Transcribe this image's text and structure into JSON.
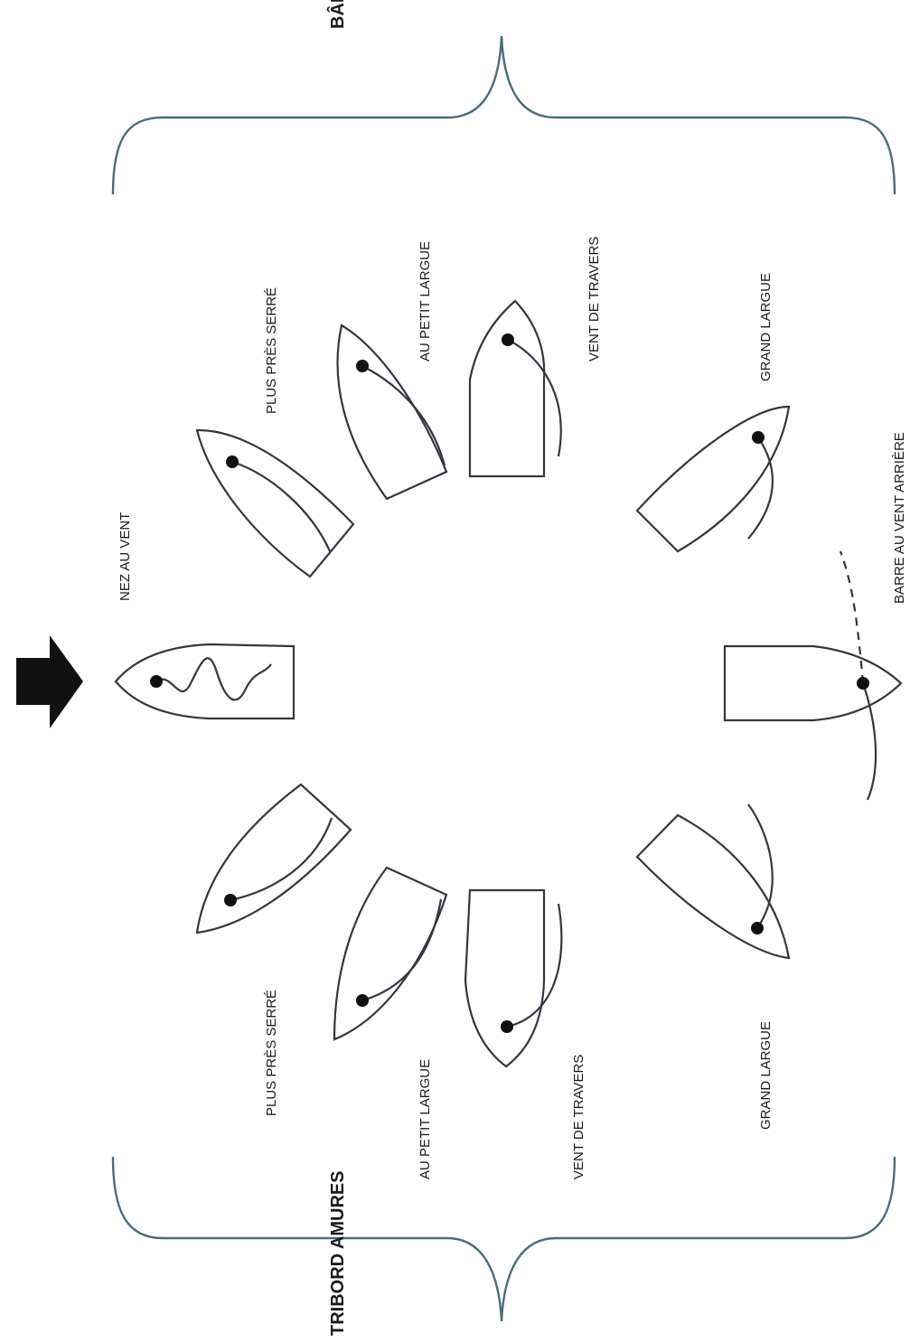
{
  "tacks": {
    "port": "BÂBORD AMURES",
    "starboard": "TRIBORD AMURES"
  },
  "points_of_sail": {
    "head_to_wind": "NEZ AU VENT",
    "port_close_hauled": "PLUS PRÈS SERRÉ",
    "port_close_reach": "AU PETIT LARGUE",
    "port_beam_reach": "VENT DE TRAVERS",
    "port_broad_reach": "GRAND LARGUE",
    "running": "BARRE AU VENT ARRIÈRE",
    "starboard_close_hauled": "PLUS PRÈS SERRÉ",
    "starboard_close_reach": "AU PETIT LARGUE",
    "starboard_beam_reach": "VENT DE TRAVERS",
    "starboard_broad_reach": "GRAND LARGUE"
  },
  "icons": {
    "wind": "wind-arrow-icon",
    "boat": "boat-icon"
  },
  "colors": {
    "line": "#33373f",
    "brace": "#4d6b78"
  }
}
